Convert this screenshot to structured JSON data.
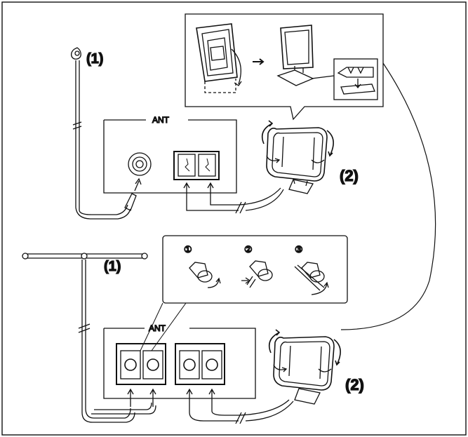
{
  "diagram": {
    "top": {
      "label_fm": "(1)",
      "label_am": "(2)",
      "terminal_label": "ANT"
    },
    "bottom": {
      "label_fm": "(1)",
      "label_am": "(2)",
      "terminal_label": "ANT",
      "steps": [
        "①",
        "②",
        "③"
      ]
    }
  }
}
